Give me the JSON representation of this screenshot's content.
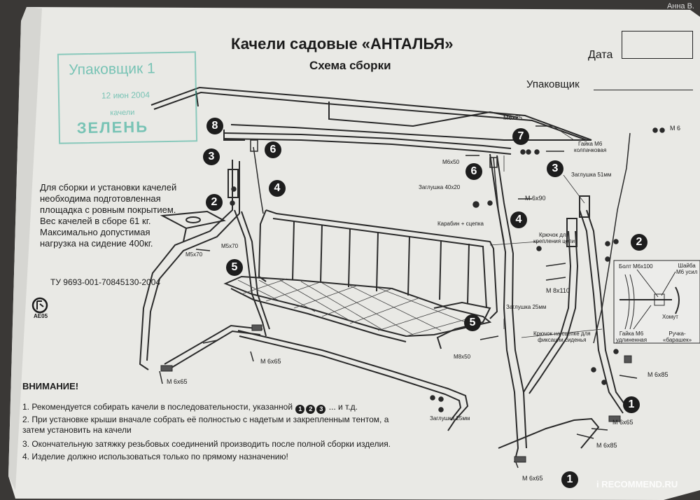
{
  "header": {
    "title": "Качели садовые «АНТАЛЬЯ»",
    "subtitle": "Схема сборки",
    "date_label": "Дата",
    "packer_label": "Упаковщик"
  },
  "stamp": {
    "line1": "Упаковщик 1",
    "line2": "12 июн 2004",
    "line3": "качели",
    "line4": "ЗЕЛЕНЬ"
  },
  "intro": "Для сборки и установки качелей необходима подготовленная площадка с ровным покрытием.\nВес качелей в сборе 61 кг.\nМаксимально допустимая нагрузка на сидение 400кг.",
  "tu": "ТУ 9693-001-70845130-2004",
  "ae05": "АЕ05",
  "warning": {
    "title": "ВНИМАНИЕ!",
    "note1_a": "1. Рекомендуется собирать качели в последовательности, указанной",
    "note1_b": "... и т.д.",
    "note2": "2. При установке крыши вначале собрать её полностью с надетым и закрепленным тентом, а затем установить на качели",
    "note3": "3. Окончательную затяжку резьбовых соединений производить после полной сборки изделия.",
    "note4": "4. Изделие должно использоваться только по прямому назначению!"
  },
  "labels": {
    "m6x25": "М6х25",
    "m6": "М 6",
    "nut_cap": "Гайка М6\nколпачковая",
    "m6x50": "М6х50",
    "plug51": "Заглушка 51мм",
    "plug40": "Заглушка 40х20",
    "m6x90": "М 6х90",
    "carabiner": "Карабин + сцепка",
    "hook": "Крючок для\nкрепления цепи",
    "m5x70_a": "М5х70",
    "m5x70_b": "М5х70",
    "bolt": "Болт М6х100",
    "washer": "Шайба\nМ6 усил",
    "m8x110": "М 8х110",
    "plug25_a": "Заглушка 25мм",
    "hook_seat": "Крючок на сцепке для\nфиксации сиденья",
    "m8x50": "М8х50",
    "m6x65_a": "М 6х65",
    "m6x65_b": "М 6х65",
    "nut_long": "Гайка М6\nудлиненная",
    "clamp": "Хомут",
    "knob": "Ручка-\n«барашек»",
    "m6x85_a": "М 6х85",
    "m6x85_b": "М 6х85",
    "m6x65_c": "М 6х65",
    "plug25_b": "Заглушка 25мм",
    "m6x65_d": "М 6х65"
  },
  "numbers": {
    "n8": "8",
    "n6a": "6",
    "n3a": "3",
    "n4a": "4",
    "n2a": "2",
    "n5a": "5",
    "n7": "7",
    "n6b": "6",
    "n3b": "3",
    "n4b": "4",
    "n2b": "2",
    "n5b": "5",
    "n1a": "1",
    "n1b": "1",
    "i1": "1",
    "i2": "2",
    "i3": "3"
  },
  "photo": {
    "user_name": "Анна В.",
    "watermark": "i RECOMMEND.RU"
  }
}
